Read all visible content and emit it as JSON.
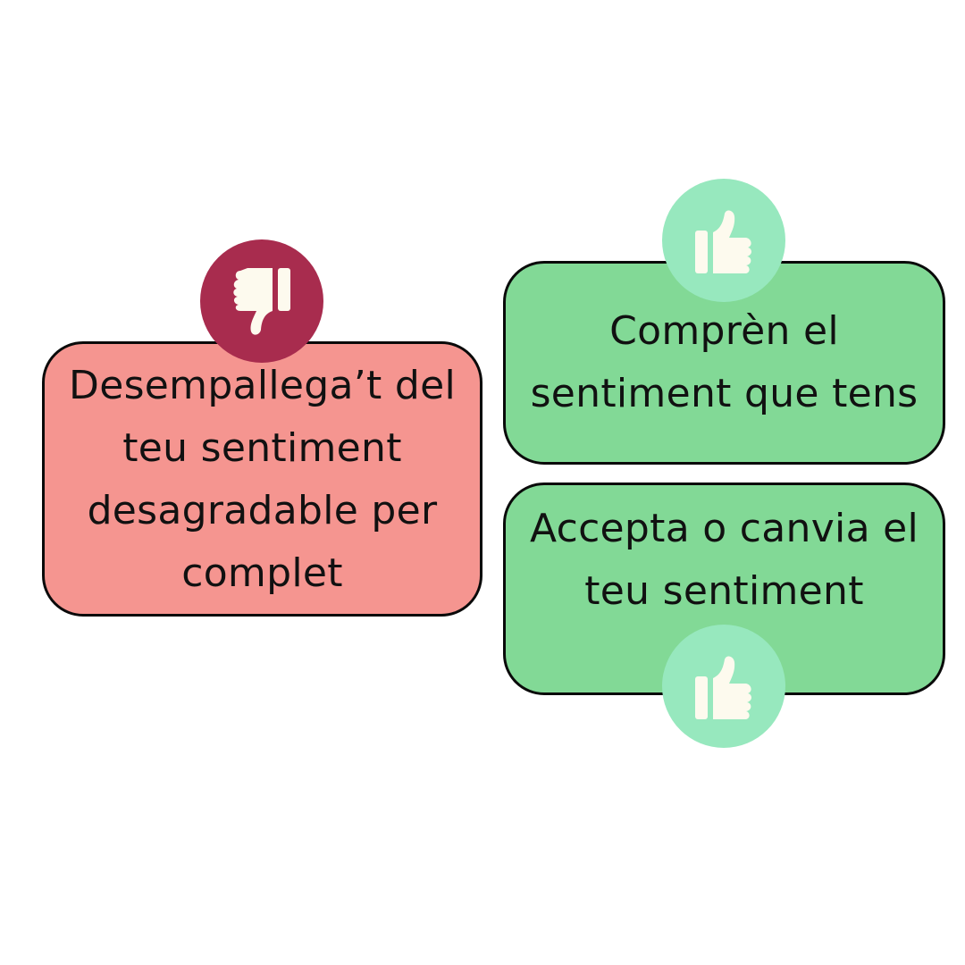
{
  "colors": {
    "negative_card": "#f59590",
    "positive_card": "#82d996",
    "negative_badge": "#a82c4e",
    "positive_badge": "#97e8be",
    "icon_fill": "#fdfaee",
    "border": "#0a0a0a"
  },
  "cards": {
    "negative": {
      "icon": "thumbs-down-icon",
      "lines": [
        "Desempallega’t del",
        "teu sentiment",
        "desagradable per",
        "complet"
      ]
    },
    "understand": {
      "icon": "thumbs-up-icon",
      "lines": [
        "Comprèn el",
        "sentiment que tens"
      ]
    },
    "accept": {
      "icon": "thumbs-up-icon",
      "lines": [
        "Accepta o canvia el",
        "teu sentiment"
      ]
    }
  }
}
